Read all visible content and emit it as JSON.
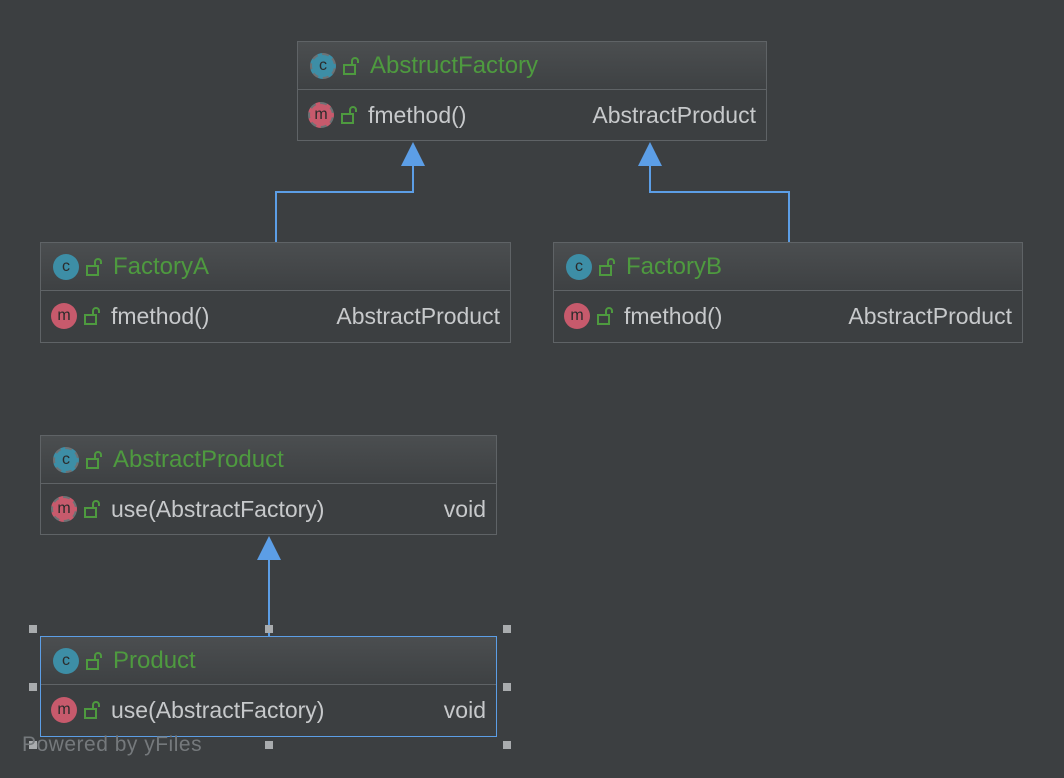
{
  "colors": {
    "background": "#3c3f41",
    "class_name": "#4e9a3f",
    "edge": "#5c9ee6",
    "selection": "#5c9ee6",
    "class_badge": "#3d8ea6",
    "method_badge": "#c75a6c"
  },
  "nodes": {
    "abstruct_factory": {
      "badge": "c",
      "badge_icon": "class-abstract-icon",
      "name": "AbstructFactory",
      "method": {
        "badge": "m",
        "name": "fmethod()",
        "returns": "AbstractProduct"
      }
    },
    "factory_a": {
      "badge": "c",
      "badge_icon": "class-icon",
      "name": "FactoryA",
      "method": {
        "badge": "m",
        "name": "fmethod()",
        "returns": "AbstractProduct"
      }
    },
    "factory_b": {
      "badge": "c",
      "badge_icon": "class-icon",
      "name": "FactoryB",
      "method": {
        "badge": "m",
        "name": "fmethod()",
        "returns": "AbstractProduct"
      }
    },
    "abstract_product": {
      "badge": "c",
      "badge_icon": "class-abstract-icon",
      "name": "AbstractProduct",
      "method": {
        "badge": "m",
        "name": "use(AbstractFactory)",
        "returns": "void"
      }
    },
    "product": {
      "badge": "c",
      "badge_icon": "class-icon",
      "name": "Product",
      "method": {
        "badge": "m",
        "name": "use(AbstractFactory)",
        "returns": "void"
      }
    }
  },
  "edges": [
    {
      "from": "FactoryA",
      "to": "AbstructFactory",
      "kind": "inheritance"
    },
    {
      "from": "FactoryB",
      "to": "AbstructFactory",
      "kind": "inheritance"
    },
    {
      "from": "Product",
      "to": "AbstractProduct",
      "kind": "inheritance"
    }
  ],
  "watermark": "Powered by yFiles"
}
